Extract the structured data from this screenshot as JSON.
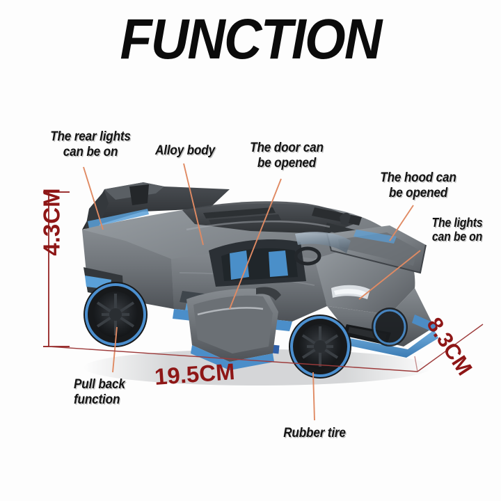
{
  "header": {
    "title": "FUNCTION"
  },
  "colors": {
    "title_text": "#0b0b0b",
    "label_text": "#131313",
    "leader_line": "#e08a63",
    "dimension_line": "#8e1616",
    "dimension_text": "#8e1616",
    "background": "#fdfdfd",
    "body_grey": "#6d7176",
    "body_grey_dark": "#4a4e53",
    "accent_blue": "#5c9fd6",
    "accent_blue_dark": "#3b7fb8",
    "wheel_black": "#1d1f22",
    "rim_blue": "#4b8fcf",
    "glass": "#8fa3b4"
  },
  "callouts": [
    {
      "id": "rear-lights",
      "line1": "The rear lights",
      "line2": "can be on"
    },
    {
      "id": "alloy-body",
      "line1": "Alloy body",
      "line2": ""
    },
    {
      "id": "door-open",
      "line1": "The door can",
      "line2": "be opened"
    },
    {
      "id": "hood-open",
      "line1": "The hood can",
      "line2": "be opened"
    },
    {
      "id": "lights-on",
      "line1": "The lights",
      "line2": "can be on"
    },
    {
      "id": "pull-back",
      "line1": "Pull back",
      "line2": "function"
    },
    {
      "id": "rubber-tire",
      "line1": "Rubber tire",
      "line2": ""
    }
  ],
  "dimensions": {
    "height": "4.3CM",
    "length": "19.5CM",
    "width": "8.3CM"
  },
  "product": {
    "type": "die-cast-sports-car-model",
    "doors_open": true,
    "hood_open": true
  }
}
